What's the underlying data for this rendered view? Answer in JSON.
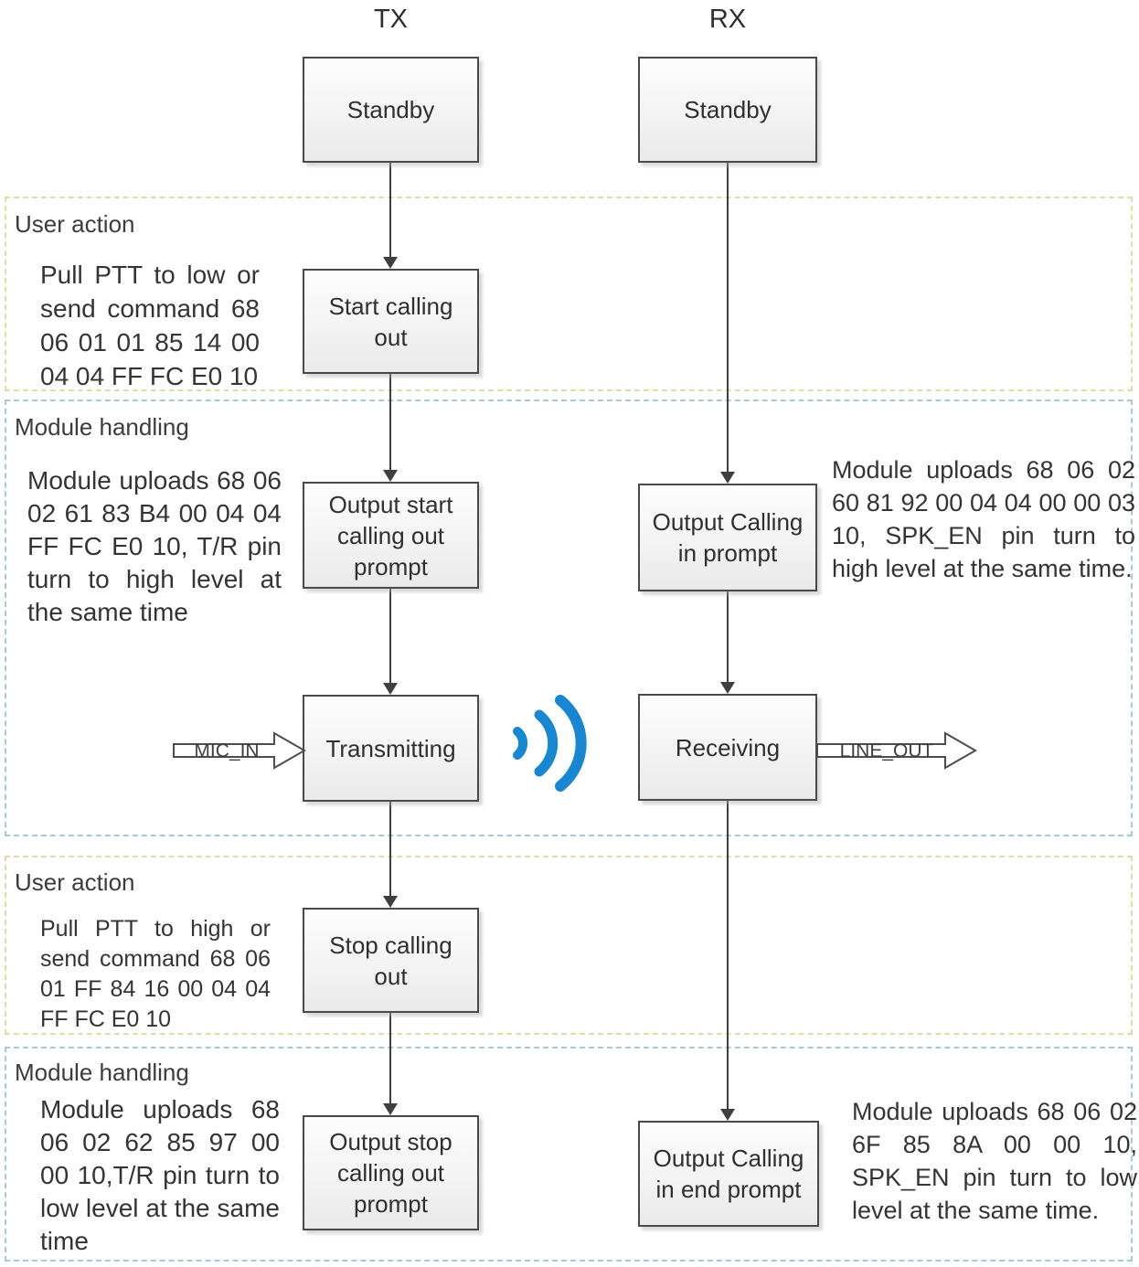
{
  "diagram": {
    "tx_header": "TX",
    "rx_header": "RX",
    "boxes": {
      "tx_standby": "Standby",
      "rx_standby": "Standby",
      "start_calling_out": "Start calling out",
      "output_start_prompt": "Output start calling out prompt",
      "output_calling_in_prompt": "Output Calling in prompt",
      "transmitting": "Transmitting",
      "receiving": "Receiving",
      "stop_calling_out": "Stop calling out",
      "output_stop_prompt": "Output stop calling out prompt",
      "output_calling_in_end_prompt": "Output Calling in end prompt"
    },
    "bands": {
      "user_action_1": {
        "label": "User action",
        "text": "Pull PTT to low or send command 68 06 01 01 85 14 00 04 04 FF FC E0 10"
      },
      "module_handling_1": {
        "label": "Module handling",
        "left_text": "Module uploads 68 06 02 61 83 B4 00 04 04 FF FC E0 10, T/R pin turn to high level at the same time",
        "right_text": "Module uploads 68 06 02 60 81 92 00 04 04 00 00 03 10, SPK_EN pin turn to high level at the same time."
      },
      "user_action_2": {
        "label": "User action",
        "text": "Pull PTT to high or send command 68 06 01 FF 84 16 00 04 04 FF FC E0 10"
      },
      "module_handling_2": {
        "label": "Module handling",
        "left_text": "Module uploads 68 06 02 62 85 97 00 00 10,T/R pin turn to low level at the same time",
        "right_text": "Module uploads 68 06 02 6F 85 8A 00 00 10, SPK_EN pin turn to low level at the same time."
      }
    },
    "connectors": {
      "mic_in": "MIC_IN",
      "line_out": "LINE_OUT"
    },
    "colors": {
      "signal_icon": "#1887cf",
      "user_action_border": "#e7d8a7",
      "module_handling_border": "#a6c8da",
      "box_border": "#494949",
      "arrow": "#3f3f3f"
    }
  }
}
